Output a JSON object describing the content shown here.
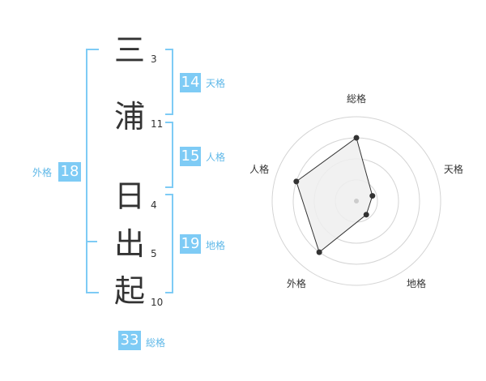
{
  "name_chars": [
    {
      "char": "三",
      "strokes": "3"
    },
    {
      "char": "浦",
      "strokes": "11"
    },
    {
      "char": "日",
      "strokes": "4"
    },
    {
      "char": "出",
      "strokes": "5"
    },
    {
      "char": "起",
      "strokes": "10"
    }
  ],
  "fortune": {
    "tenkaku": {
      "value": "14",
      "label": "天格"
    },
    "jinkaku": {
      "value": "15",
      "label": "人格"
    },
    "chikaku": {
      "value": "19",
      "label": "地格"
    },
    "gaikaku": {
      "value": "18",
      "label": "外格"
    },
    "soukaku": {
      "value": "33",
      "label": "総格"
    }
  },
  "colors": {
    "accent": "#7ecbf5",
    "label": "#5fb8e8",
    "text": "#333333"
  },
  "chart_data": {
    "type": "radar",
    "axes": [
      "総格",
      "天格",
      "地格",
      "外格",
      "人格"
    ],
    "values": [
      0.75,
      0.2,
      0.2,
      0.75,
      0.75
    ],
    "rings": 4,
    "fill_color": "#eeeeee",
    "line_color": "#333333"
  }
}
